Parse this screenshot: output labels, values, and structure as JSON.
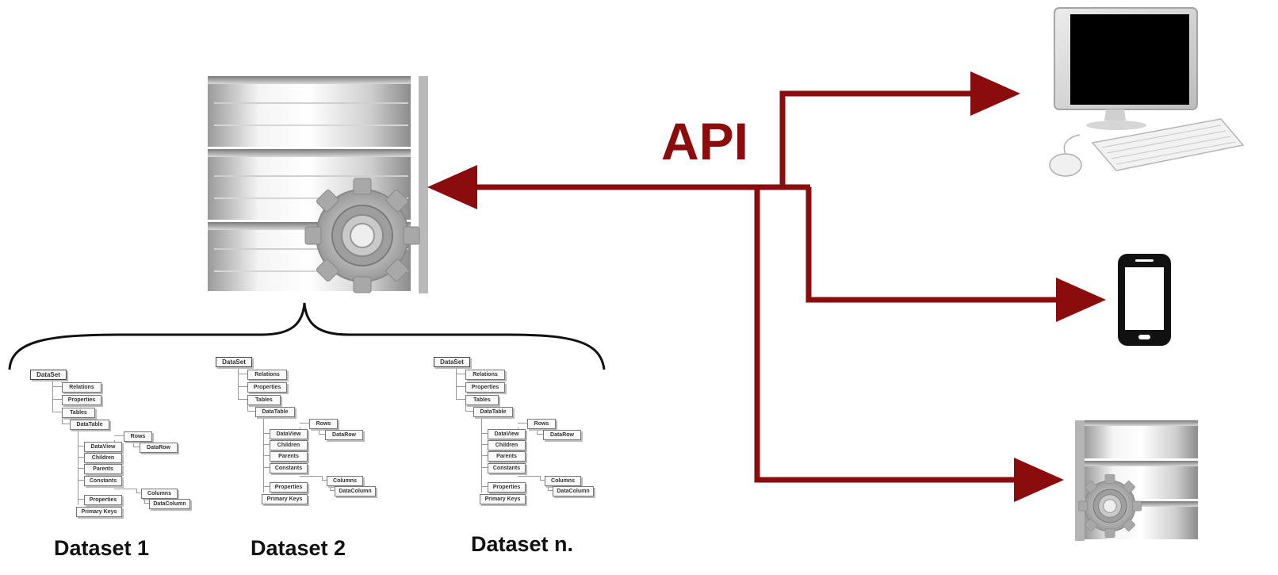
{
  "api": {
    "label": "API"
  },
  "datasets": [
    {
      "label": "Dataset 1"
    },
    {
      "label": "Dataset 2"
    },
    {
      "label": "Dataset n."
    }
  ],
  "tree": {
    "root": "DataSet",
    "relations": "Relations",
    "properties": "Properties",
    "tables": "Tables",
    "datatable": "DataTable",
    "rows": "Rows",
    "datarow": "DataRow",
    "dataview": "DataView",
    "children": "Children",
    "parents": "Parents",
    "constants": "Constants",
    "columns": "Columns",
    "datacolumn": "DataColumn",
    "tprops": "Properties",
    "pkeys": "Primary Keys"
  },
  "colors": {
    "connector": "#8b0c0c",
    "brace": "#111111"
  },
  "icons": [
    "database-server-icon",
    "desktop-computer-icon",
    "smartphone-icon",
    "small-database-server-icon",
    "gear-icon"
  ]
}
